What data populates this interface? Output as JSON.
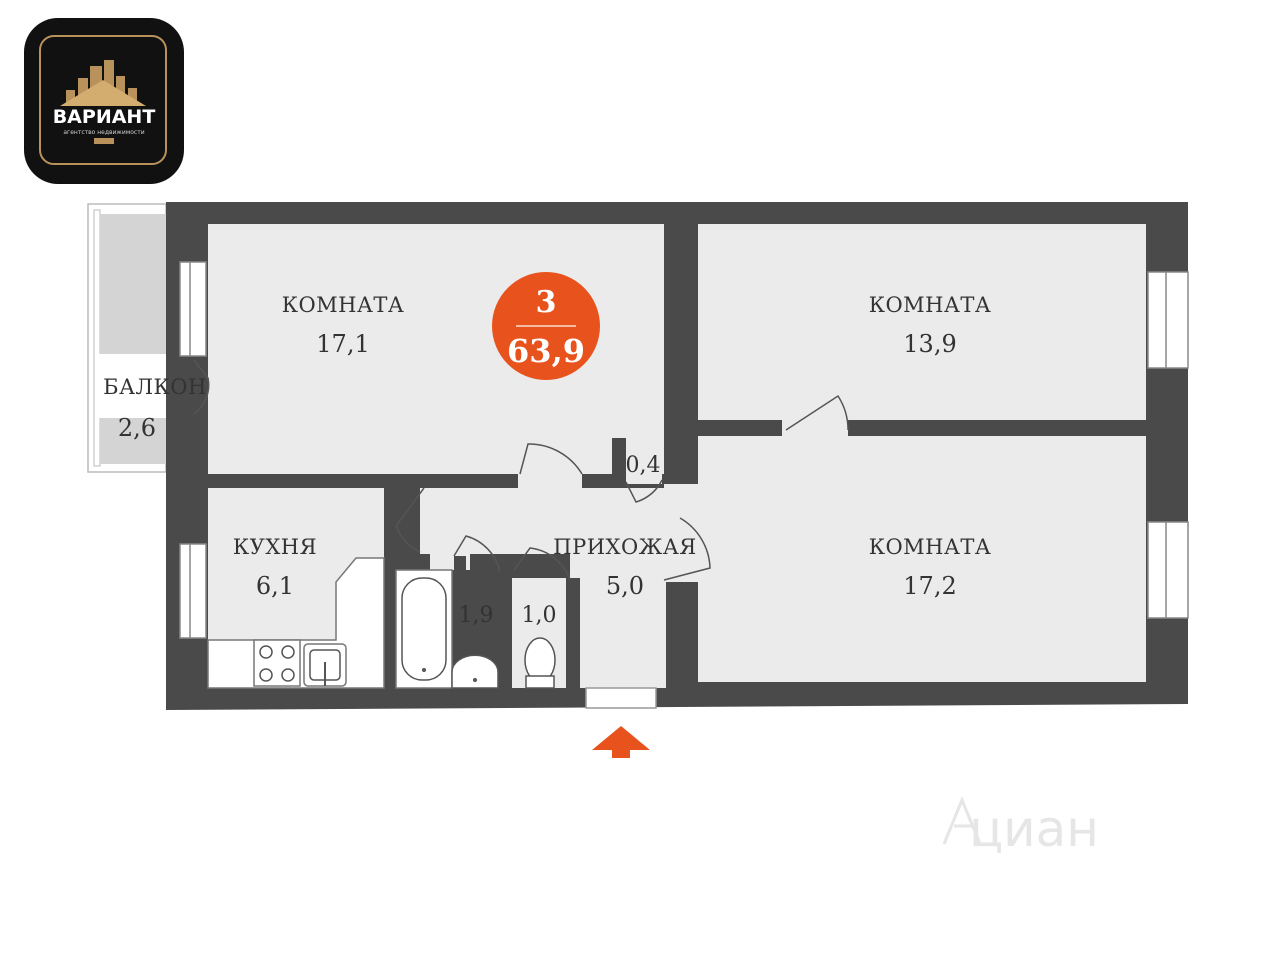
{
  "logo": {
    "name": "ВАРИАНТ",
    "subtitle": "агентство недвижимости"
  },
  "summary": {
    "rooms": "3",
    "total_area": "63,9"
  },
  "rooms": {
    "room1": {
      "label": "КОМНАТА",
      "area": "17,1"
    },
    "room2": {
      "label": "КОМНАТА",
      "area": "13,9"
    },
    "room3": {
      "label": "КОМНАТА",
      "area": "17,2"
    },
    "balcony": {
      "label": "БАЛКОН",
      "area": "2,6"
    },
    "kitchen": {
      "label": "КУХНЯ",
      "area": "6,1"
    },
    "hallway": {
      "label": "ПРИХОЖАЯ",
      "area": "5,0"
    },
    "closet": {
      "area": "0,4"
    },
    "bathroom": {
      "area": "1,9"
    },
    "toilet": {
      "area": "1,0"
    }
  },
  "watermark": {
    "text": "циан"
  },
  "colors": {
    "wall": "#4a4a4a",
    "floor": "#ebebeb",
    "balcony_floor": "#d4d4d4",
    "accent": "#e8521c",
    "logo_bg": "#111111",
    "logo_gold": "#b8925a"
  }
}
